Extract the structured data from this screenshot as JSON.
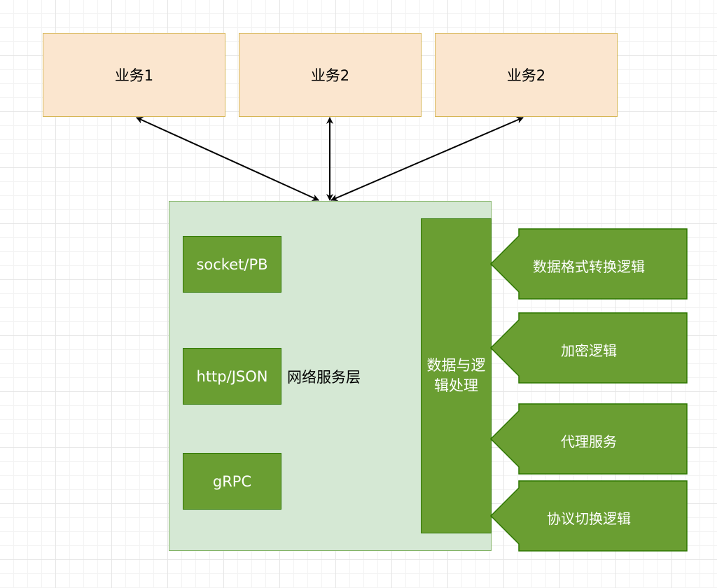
{
  "business": {
    "items": [
      {
        "label": "业务1"
      },
      {
        "label": "业务2"
      },
      {
        "label": "业务2"
      }
    ]
  },
  "network_layer": {
    "label": "网络服务层",
    "protocols": [
      {
        "label": "socket/PB"
      },
      {
        "label": "http/JSON"
      },
      {
        "label": "gRPC"
      }
    ]
  },
  "data_logic": {
    "label": "数据与逻辑处理"
  },
  "modules": [
    {
      "label": "数据格式转换逻辑"
    },
    {
      "label": "加密逻辑"
    },
    {
      "label": "代理服务"
    },
    {
      "label": "协议切换逻辑"
    }
  ],
  "colors": {
    "business_fill": "#fbe6cf",
    "business_stroke": "#d6b655",
    "layer_fill": "#d5e8d4",
    "layer_stroke": "#82b366",
    "module_fill": "#6a9e32",
    "module_stroke": "#2d7600"
  }
}
